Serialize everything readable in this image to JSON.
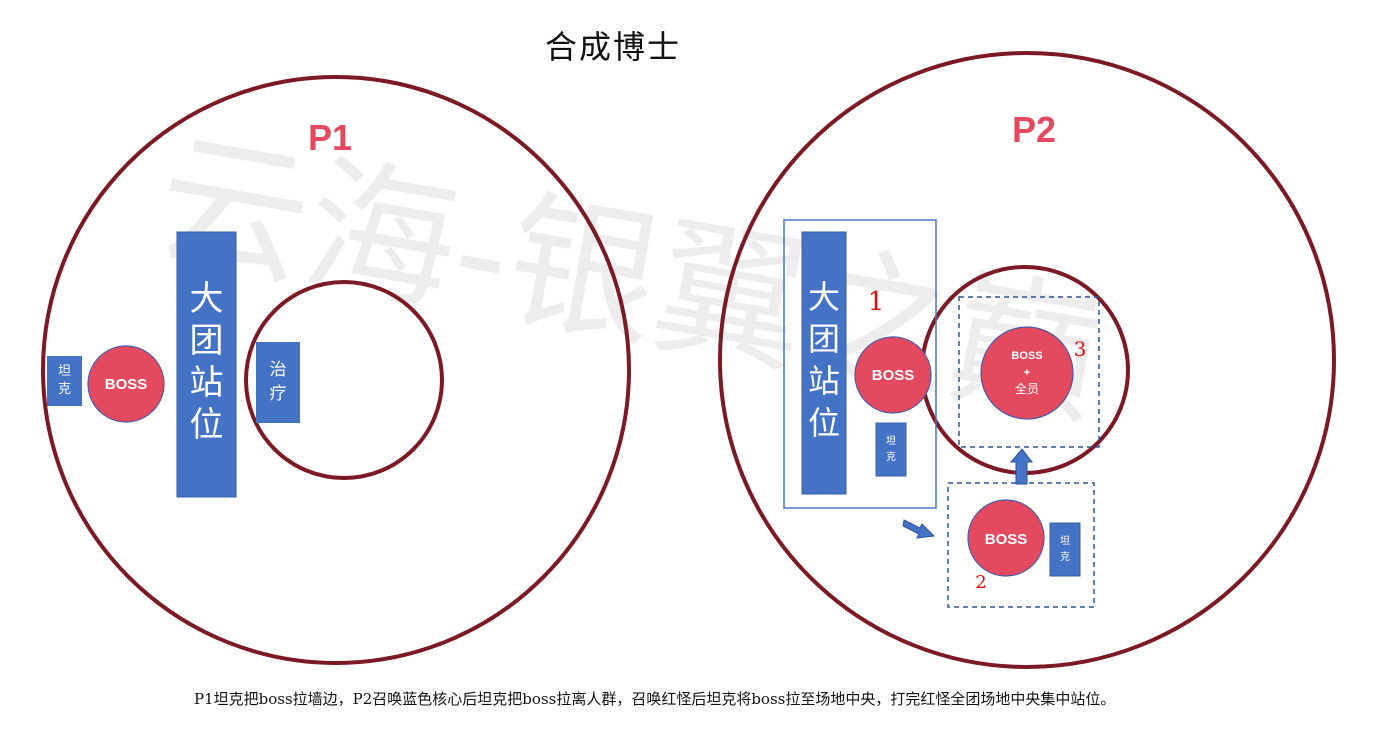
{
  "title": "合成博士",
  "caption": "P1坦克把boss拉墙边，P2召唤蓝色核心后坦克把boss拉离人群，召唤红怪后坦克将boss拉至场地中央，打完红怪全团场地中央集中站位。",
  "watermark": "云海-银翼之巅",
  "colors": {
    "ring": "#7b1a25",
    "blue": "#4472c4",
    "red": "#e34a5f",
    "label": "#e34a5f",
    "number": "#e01010"
  },
  "p1": {
    "label": "P1",
    "tank": [
      "坦",
      "克"
    ],
    "boss": "BOSS",
    "raid": [
      "大",
      "团",
      "站",
      "位"
    ],
    "healer": [
      "治",
      "疗"
    ]
  },
  "p2": {
    "label": "P2",
    "raid": [
      "大",
      "团",
      "站",
      "位"
    ],
    "boss1": "BOSS",
    "step1": "1",
    "tank1": [
      "坦",
      "克"
    ],
    "boss3_line1": "BOSS",
    "boss3_line2": "+",
    "boss3_line3": "全员",
    "step3": "3",
    "boss2": "BOSS",
    "tank2": [
      "坦",
      "克"
    ],
    "step2": "2"
  }
}
